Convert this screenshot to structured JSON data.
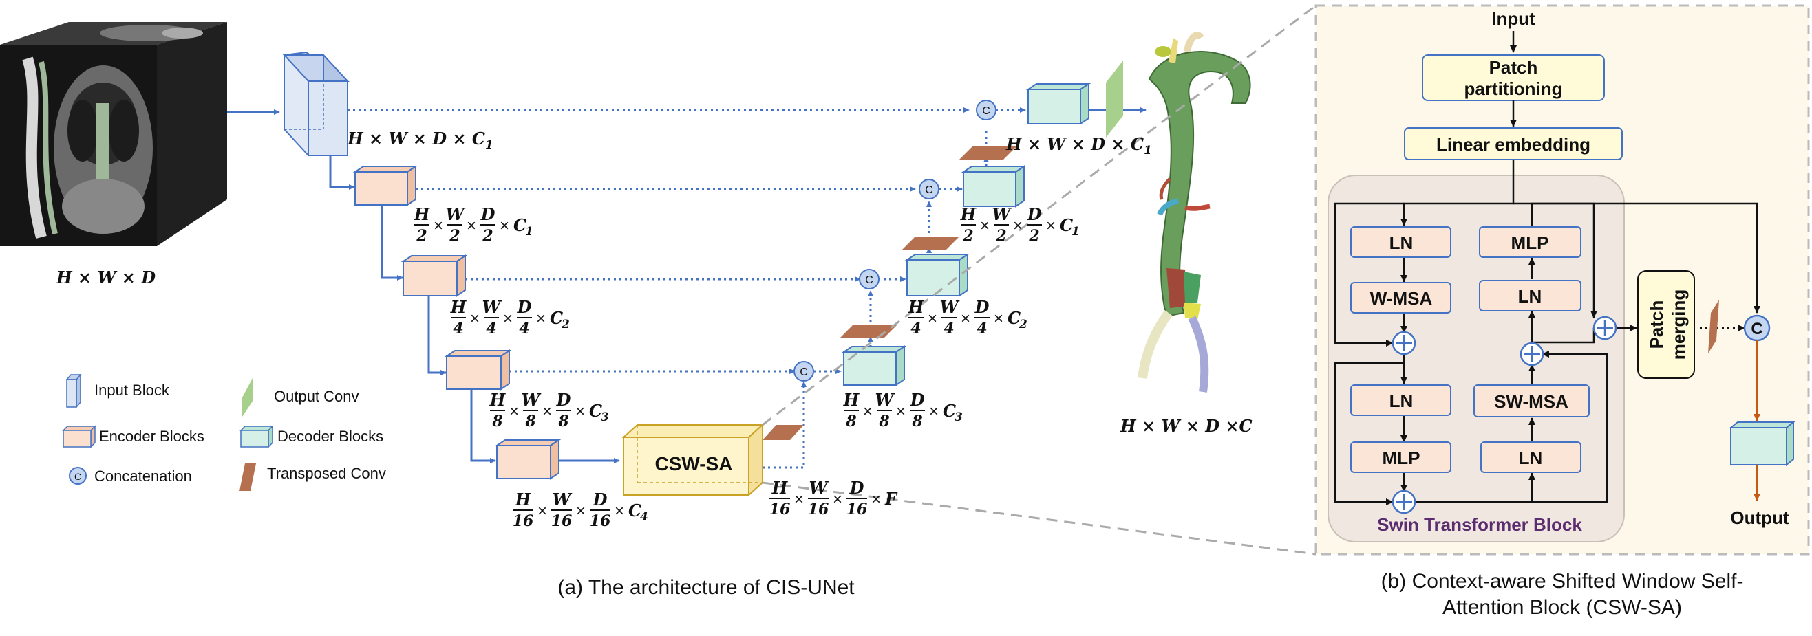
{
  "captions": {
    "a": "(a) The architecture of CIS-UNet",
    "b_line1": "(b) Context-aware Shifted Window Self-",
    "b_line2": "Attention Block (CSW-SA)"
  },
  "architecture": {
    "input_dim": "H × W × D",
    "output_dim": "H × W × D ×C",
    "csw_sa_label": "CSW-SA",
    "concat_symbol": "C",
    "dims": {
      "d0": {
        "prefix": "H × W × D × C",
        "sub": "1"
      },
      "d1": {
        "f1": [
          "H",
          "2"
        ],
        "f2": [
          "W",
          "2"
        ],
        "f3": [
          "D",
          "2"
        ],
        "c": "C",
        "sub": "1"
      },
      "d2": {
        "f1": [
          "H",
          "4"
        ],
        "f2": [
          "W",
          "4"
        ],
        "f3": [
          "D",
          "4"
        ],
        "c": "C",
        "sub": "2"
      },
      "d3": {
        "f1": [
          "H",
          "8"
        ],
        "f2": [
          "W",
          "8"
        ],
        "f3": [
          "D",
          "8"
        ],
        "c": "C",
        "sub": "3"
      },
      "d4": {
        "f1": [
          "H",
          "16"
        ],
        "f2": [
          "W",
          "16"
        ],
        "f3": [
          "D",
          "16"
        ],
        "c": "C",
        "sub": "4"
      },
      "dF": {
        "f1": [
          "H",
          "16"
        ],
        "f2": [
          "W",
          "16"
        ],
        "f3": [
          "D",
          "16"
        ],
        "c": "F",
        "sub": ""
      },
      "up1": {
        "f1": [
          "H",
          "2"
        ],
        "f2": [
          "W",
          "2"
        ],
        "f3": [
          "D",
          "2"
        ],
        "c": "C",
        "sub": "1"
      },
      "up2": {
        "f1": [
          "H",
          "4"
        ],
        "f2": [
          "W",
          "4"
        ],
        "f3": [
          "D",
          "4"
        ],
        "c": "C",
        "sub": "2"
      },
      "up3": {
        "f1": [
          "H",
          "8"
        ],
        "f2": [
          "W",
          "8"
        ],
        "f3": [
          "D",
          "8"
        ],
        "c": "C",
        "sub": "3"
      },
      "up0": {
        "prefix": "H × W × D × C",
        "sub": "1"
      }
    }
  },
  "legend": {
    "input_block": "Input Block",
    "encoder_blocks": "Encoder Blocks",
    "concatenation": "Concatenation",
    "output_conv": "Output Conv",
    "decoder_blocks": "Decoder Blocks",
    "transposed_conv": "Transposed Conv"
  },
  "swin": {
    "input": "Input",
    "patch_partitioning_1": "Patch",
    "patch_partitioning_2": "partitioning",
    "linear_embedding": "Linear embedding",
    "ln_a": "LN",
    "wmsa": "W-MSA",
    "ln_b": "LN",
    "mlp_a": "MLP",
    "mlp_b": "MLP",
    "ln_c": "LN",
    "swmsa": "SW-MSA",
    "ln_d": "LN",
    "block_title": "Swin Transformer Block",
    "patch_merging_1": "Patch",
    "patch_merging_2": "merging",
    "output": "Output"
  },
  "colors": {
    "arrow_blue": "#4472C4",
    "encoder_fill": "#FBE0D0",
    "decoder_fill": "#D5F0E6",
    "input_fill": "#DCE6F4",
    "csw_fill": "#FFF5CC",
    "csw_stroke": "#C9A227",
    "transposed": "#B5704F",
    "output_conv": "#A8D08D",
    "swin_panel": "#FDF8EA",
    "block_fill": "#FBE5D6",
    "orange_arrow": "#C55A11"
  }
}
